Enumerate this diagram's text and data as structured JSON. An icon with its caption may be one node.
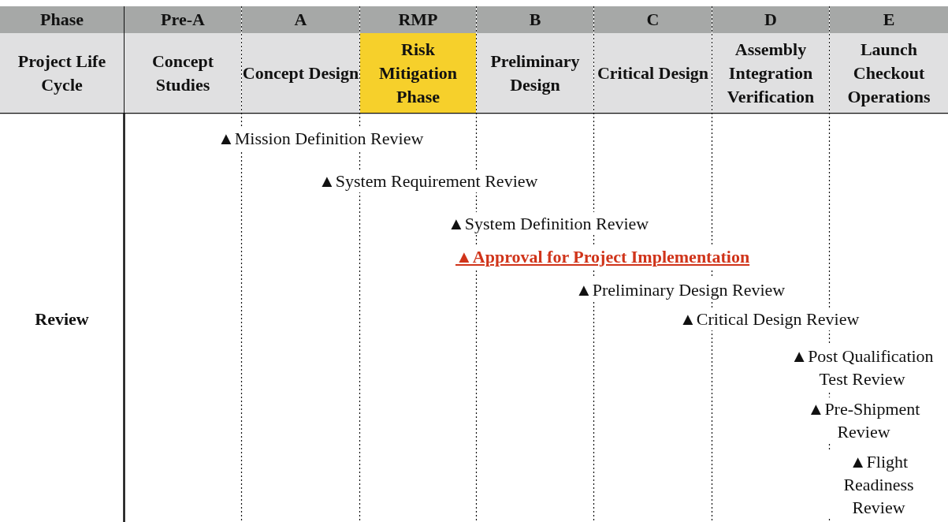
{
  "diagram": {
    "labels": [
      "Phase",
      "Pre-A",
      "A",
      "RMP",
      "B",
      "C",
      "D",
      "E",
      "Project Life Cycle",
      "Concept Studies",
      "Concept Design",
      "Risk Mitigation Phase",
      "Preliminary Design",
      "Critical Design",
      "Assembly Integration Verification",
      "Launch Checkout Operations",
      "Review",
      "▲Mission Definition Review",
      "▲System Requirement Review",
      "▲System Definition Review",
      "▲Approval for Project Implementation",
      "▲Preliminary Design Review",
      "▲Critical Design Review",
      "▲Post Qualification Test Review",
      "▲Pre-Shipment Review",
      "▲Flight Readiness Review"
    ]
  }
}
